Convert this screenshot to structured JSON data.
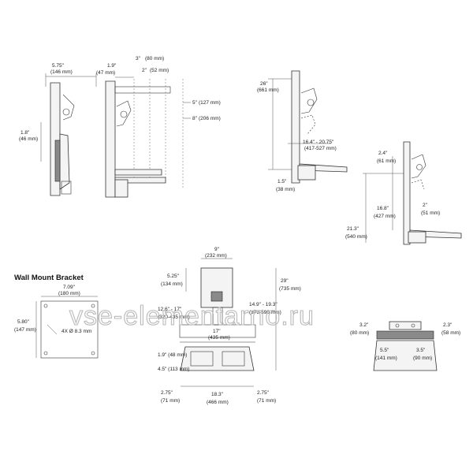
{
  "title": "Wall Mount Bracket",
  "watermark": "vse-elementarno.ru",
  "side_view_a": {
    "width": "5.75\"",
    "width_mm": "(146 mm)",
    "depth": "1.8\"",
    "depth_mm": "(46 mm)"
  },
  "side_view_b": {
    "d1": "1.9\"",
    "d1_mm": "(47 mm)",
    "d2": "3\"",
    "d2_mm": "(80 mm)",
    "d3": "2\"",
    "d3_mm": "(52 mm)",
    "d4": "5\"",
    "d4_mm": "(127 mm)",
    "d5": "8\"",
    "d5_mm": "(206 mm)"
  },
  "side_view_c": {
    "h": "26\"",
    "h_mm": "(661 mm)",
    "range": "16.4\" - 20.75\"",
    "range_mm": "(417-527 mm)",
    "low": "1.5\"",
    "low_mm": "(38 mm)"
  },
  "side_view_d": {
    "a": "2.4\"",
    "a_mm": "(61 mm)",
    "b": "16.8\"",
    "b_mm": "(427 mm)",
    "c": "21.3\"",
    "c_mm": "(540 mm)",
    "d": "2\"",
    "d_mm": "(51 mm)"
  },
  "bracket": {
    "w": "7.09\"",
    "w_mm": "(180 mm)",
    "h": "5.80\"",
    "h_mm": "(147 mm)",
    "holes": "4X Ø 8.3 mm"
  },
  "front_view": {
    "w": "9\"",
    "w_mm": "(232 mm)",
    "top": "5.25\"",
    "top_mm": "(134 mm)",
    "range": "12.6\" - 17\"",
    "range_mm": "(320-435 mm)",
    "tray_w": "17\"",
    "tray_w_mm": "(435 mm)",
    "total_h": "29\"",
    "total_h_mm": "(735 mm)",
    "range2": "14.9\" - 19.3\"",
    "range2_mm": "(379-590 mm)",
    "edge": "1.9\" (48 mm)",
    "depth": "4.5\" (113 mm)",
    "left_off": "2.75\"",
    "left_off_mm": "(71 mm)",
    "right_off": "2.75\"",
    "right_off_mm": "(71 mm)",
    "base_w": "18.3\"",
    "base_w_mm": "(466 mm)"
  },
  "top_view": {
    "l1": "3.2\"",
    "l1_mm": "(80 mm)",
    "r1": "2.3\"",
    "r1_mm": "(58 mm)",
    "l2": "5.5\"",
    "l2_mm": "(141 mm)",
    "r2": "3.5\"",
    "r2_mm": "(90 mm)"
  }
}
